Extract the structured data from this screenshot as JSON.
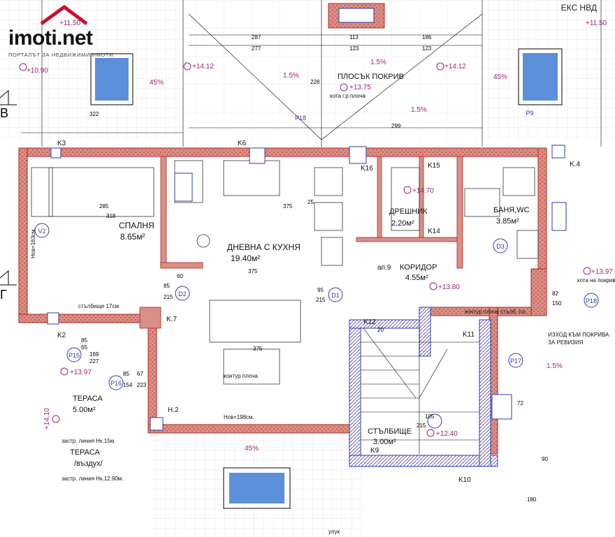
{
  "logo": {
    "name": "imoti.net",
    "tagline": "ПОРТАЛЪТ ЗА НЕДВИЖИМИ ИМОТИ"
  },
  "stamp": "ЕКС НВД",
  "colors": {
    "wall": "#d88f86",
    "wall_edge": "#b3261e",
    "blue_line": "#2a3bb0",
    "magenta": "#a0217a",
    "window_glass": "#5b8fd9",
    "stair_wall": "#6b5fb5",
    "dim": "#000000"
  },
  "rooms": [
    {
      "id": "bedroom",
      "name": "СПАЛНЯ",
      "area": "8.65м²"
    },
    {
      "id": "living",
      "name": "ДНЕВНА С КУХНЯ",
      "area": "19.40м²"
    },
    {
      "id": "dressing",
      "name": "ДРЕШНИК",
      "area": "2.20м²"
    },
    {
      "id": "bath",
      "name": "БАНЯ,WC",
      "area": "3.85м²"
    },
    {
      "id": "corridor",
      "name": "КОРИДОР",
      "area": "4.55м²"
    },
    {
      "id": "stair",
      "name": "СТЪЛБИЩЕ",
      "area": "3.00м²"
    },
    {
      "id": "terrace",
      "name": "ТЕРАСА",
      "area": "5.00м²"
    },
    {
      "id": "terrace2",
      "name": "ТЕРАСА",
      "area": "/въздух/"
    }
  ],
  "roof_label": "ПЛОСЪК ПОКРИВ",
  "roof_exit": [
    "ИЗХОД КЪМ ПОКРИВА",
    "ЗА РЕВИЗИЯ"
  ],
  "levels": [
    "+11.50",
    "+10.90",
    "+14.12",
    "+13.75",
    "+14.12",
    "+11.50",
    "+14.70",
    "+13.97",
    "+13.80",
    "+13.97",
    "+14.10",
    "+12.40"
  ],
  "slopes": [
    "1.5%",
    "1.5%",
    "1.5%",
    "45%",
    "45%",
    "1.5%",
    "45%"
  ],
  "columns": [
    "K3",
    "K6",
    "K16",
    "K15",
    "K14",
    "K.4",
    "K2",
    "K.7",
    "K12",
    "K11",
    "K9",
    "K10",
    "H.2"
  ],
  "doors": [
    "D2",
    "D1",
    "D3",
    "V2"
  ],
  "windows": [
    "P15",
    "P16",
    "P17",
    "P18",
    "P9",
    "P18"
  ],
  "notes": [
    "ап.9",
    "контур плоча",
    "контур плоча стълб. пл.",
    "застр. линия Нк.15м.",
    "застр. линия Нк.12.90м.",
    "стълбище 17см",
    "Нсв=198см.",
    "Нсв=163см.",
    "кота на покрива",
    "улук",
    "кота г.р.плоча"
  ],
  "dims": [
    "287",
    "277",
    "113",
    "186",
    "123",
    "123",
    "322",
    "299",
    "375",
    "375",
    "375",
    "285",
    "318",
    "82",
    "150",
    "228",
    "20",
    "25",
    "60",
    "85",
    "215",
    "95",
    "215",
    "105",
    "215",
    "85",
    "67",
    "154",
    "223",
    "85",
    "65",
    "169",
    "227",
    "180",
    "72",
    "90"
  ]
}
